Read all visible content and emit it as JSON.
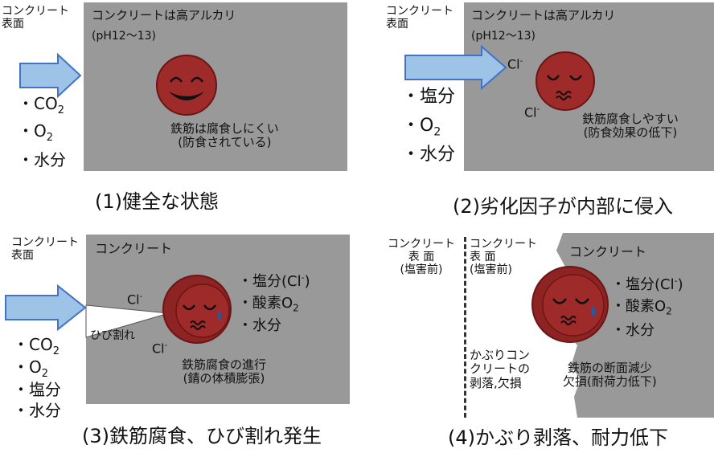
{
  "panel1": {
    "surface_label": "コンクリート\n表面",
    "concrete_label": "コンクリートは高アルカリ",
    "ph_label": "(pH12～13)",
    "factors": [
      "・CO2",
      "・O2",
      "・水分"
    ],
    "rebar_text": "鉄筋は腐食しにくい\n(防食されている)",
    "caption": "(1)健全な状態",
    "face_icon": "smiling-face-icon"
  },
  "panel2": {
    "surface_label": "コンクリート\n表面",
    "concrete_label": "コンクリートは高アルカリ",
    "ph_label": "(pH12～13)",
    "factors": [
      "・塩分",
      "・O2",
      "・水分"
    ],
    "ion1": "Cl-",
    "ion2": "Cl-",
    "rebar_text": "鉄筋腐食しやすい\n(防食効果の低下)",
    "caption": "(2)劣化因子が内部に侵入",
    "face_icon": "worried-face-icon"
  },
  "panel3": {
    "surface_label": "コンクリート\n表面",
    "concrete_label": "コンクリート",
    "factors_right": [
      "・塩分(Cl-)",
      "・酸素O2",
      "・水分"
    ],
    "ion1": "Cl-",
    "ion2": "Cl-",
    "crack_label": "ひび割れ",
    "factors_left": [
      "・CO2",
      "・O2",
      "・塩分",
      "・水分"
    ],
    "rebar_text": "鉄筋腐食の進行\n(錆の体積膨張)",
    "caption": "(3)鉄筋腐食、ひび割れ発生",
    "face_icon": "crying-face-icon"
  },
  "panel4": {
    "surface_before_label": "コンクリート\n表 面\n(塩害前)",
    "surface_inner_label": "コンクリート\n表 面\n(塩害前)",
    "concrete_label": "コンクリート",
    "factors": [
      "・塩分(Cl-)",
      "・酸素O2",
      "・水分"
    ],
    "spall_label": "かぶりコン\nクリートの\n剥落,欠損",
    "rebar_text": "鉄筋の断面減少\n欠損(耐荷力低下)",
    "caption": "(4)かぶり剥落、耐力低下",
    "face_icon": "crying-face-icon"
  },
  "colors": {
    "concrete": "#999999",
    "rebar": "#9e2a2a",
    "arrow_fill": "#9dc3e6",
    "arrow_stroke": "#4472c4",
    "tear": "#2f5597"
  }
}
